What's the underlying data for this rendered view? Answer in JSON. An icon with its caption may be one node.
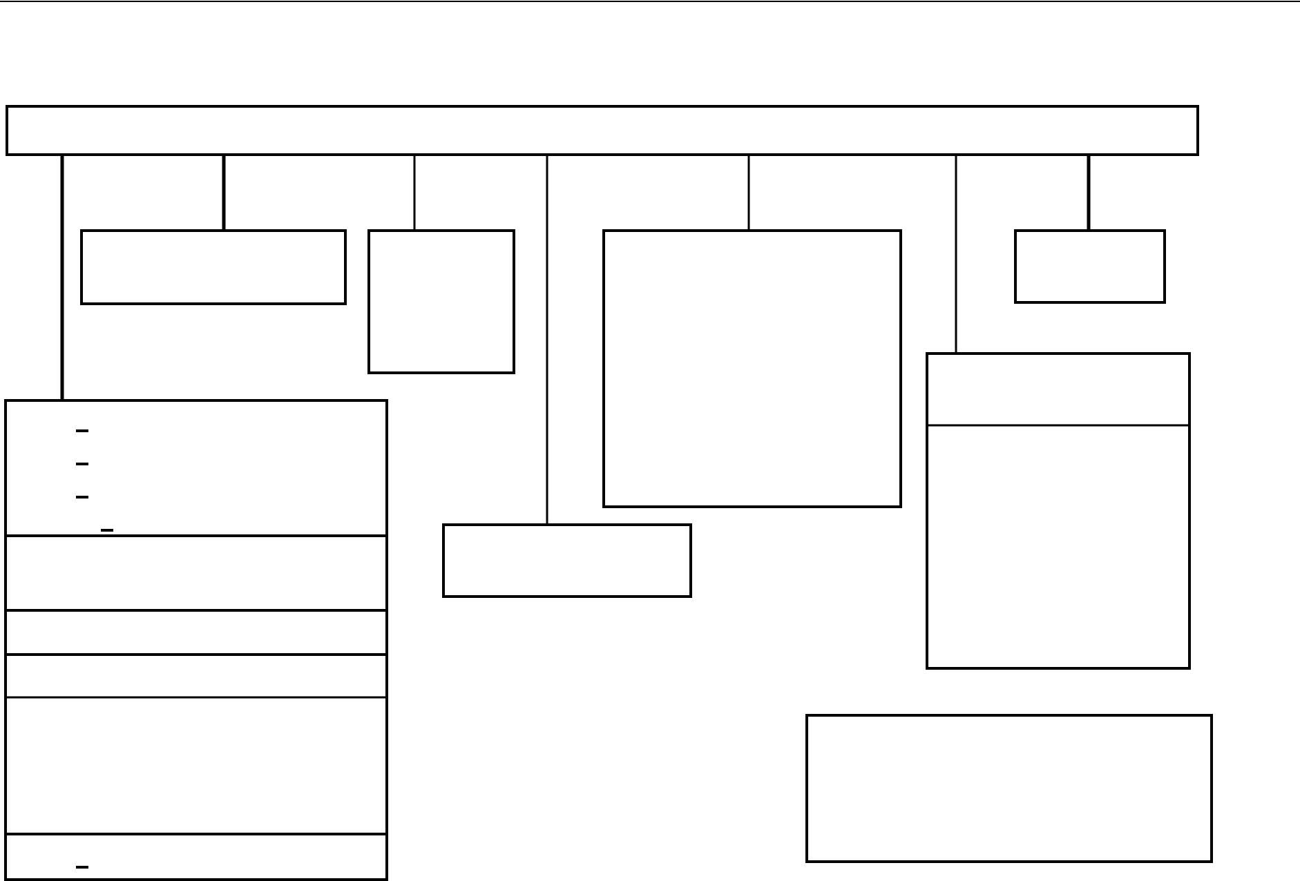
{
  "diagram": {
    "nodes": [
      {
        "text": [],
        "shape": "box"
      },
      {
        "text": [],
        "shape": "box"
      },
      {
        "text": [],
        "shape": "box"
      },
      {
        "text": [],
        "shape": "box"
      },
      {
        "text": [],
        "shape": "box"
      },
      {
        "text": [],
        "shape": "box"
      },
      {
        "text": [],
        "shape": "box"
      },
      {
        "text": [],
        "shape": "box"
      },
      {
        "text": [],
        "shape": "box"
      }
    ],
    "edges": [
      {
        "from": 0,
        "to": 6,
        "arrow": "none"
      },
      {
        "from": 0,
        "to": 1,
        "arrow": "none"
      },
      {
        "from": 0,
        "to": 2,
        "arrow": "none"
      },
      {
        "from": 0,
        "to": 7,
        "arrow": "none"
      },
      {
        "from": 0,
        "to": 3,
        "arrow": "none"
      },
      {
        "from": 0,
        "to": 5,
        "arrow": "none"
      },
      {
        "from": 0,
        "to": 4,
        "arrow": "none"
      }
    ]
  }
}
